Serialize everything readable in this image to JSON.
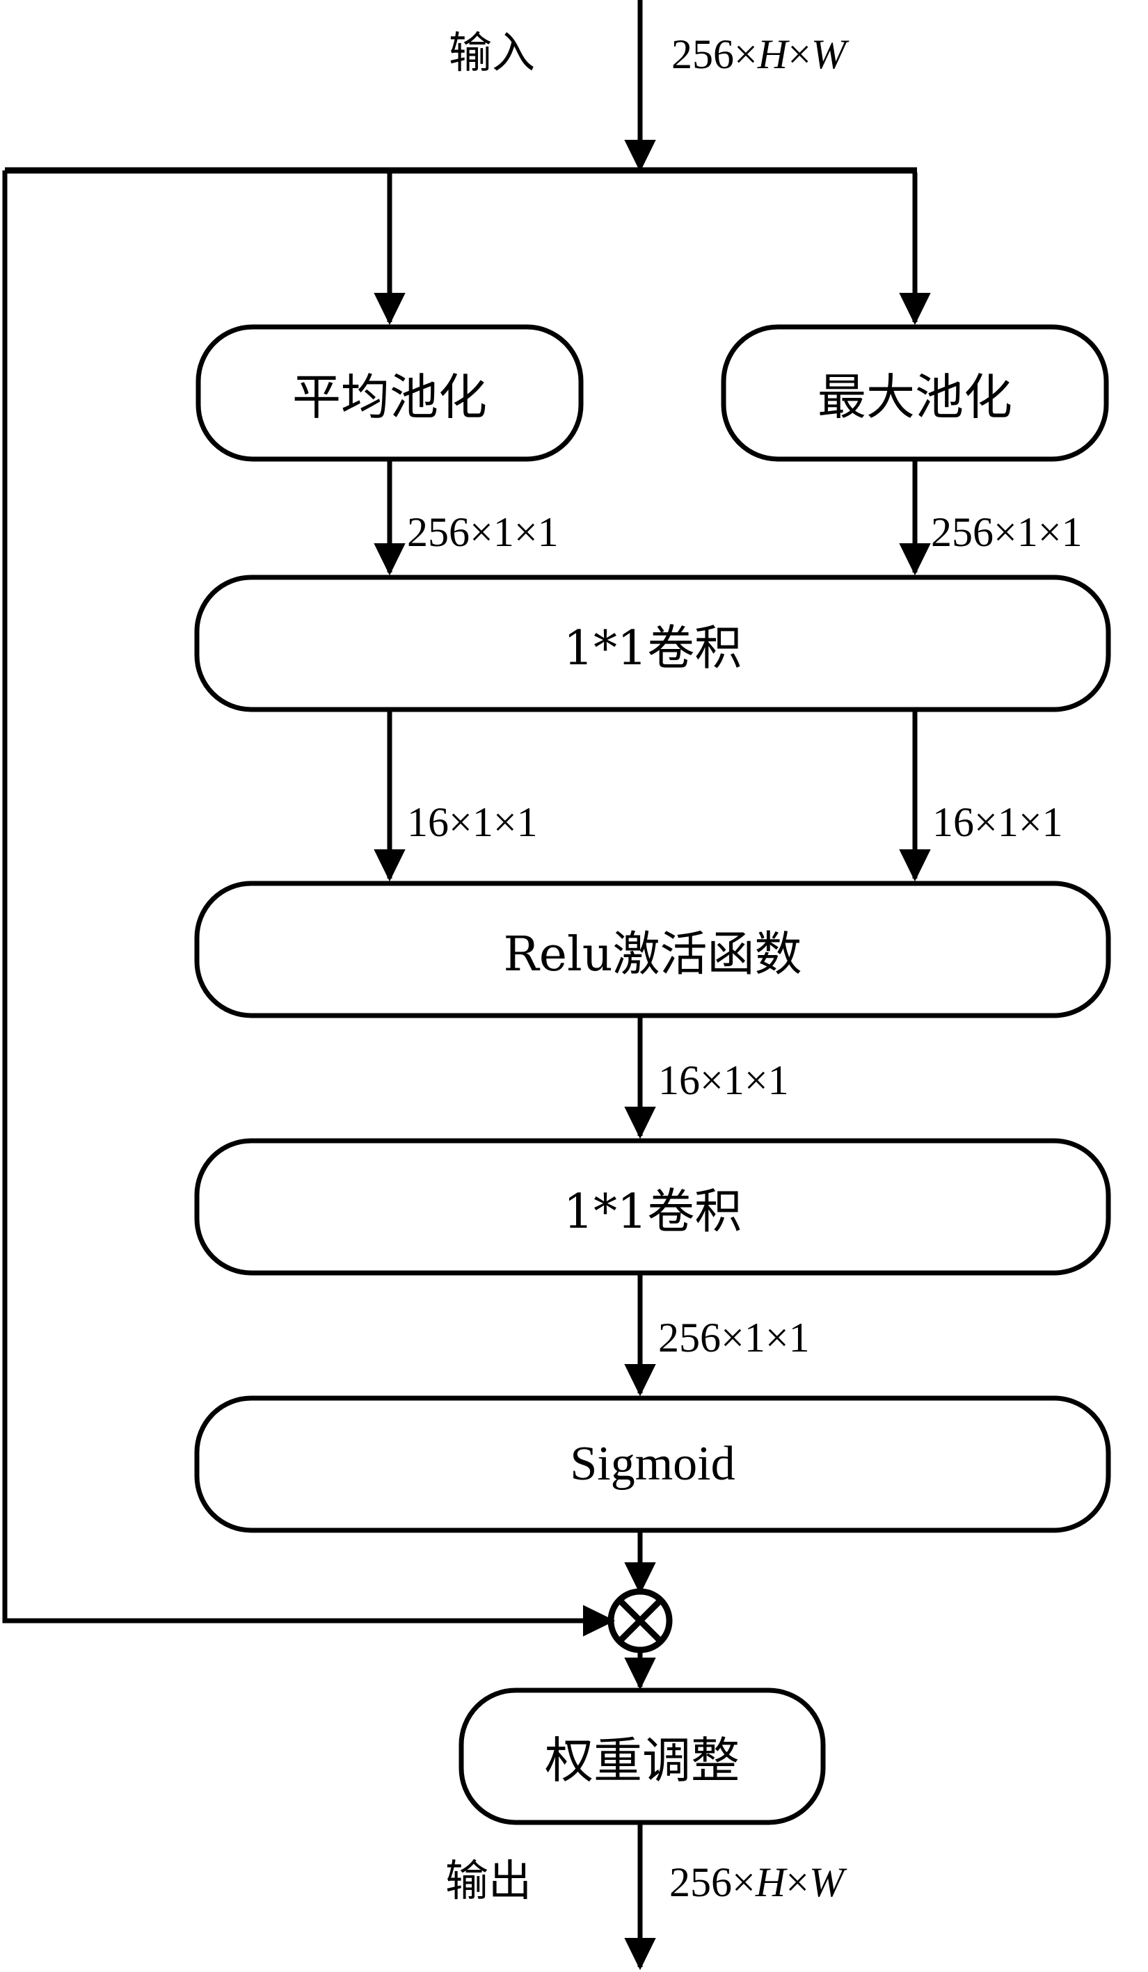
{
  "diagram": {
    "title": "Channel Attention Module (SE-style) Flow Diagram",
    "type": "flowchart",
    "stroke_color": "#000000",
    "background_color": "#ffffff",
    "io": {
      "input_label": "输入",
      "input_dim": "256×H×W",
      "output_label": "输出",
      "output_dim": "256×H×W"
    },
    "nodes": [
      {
        "id": "avg_pool",
        "label": "平均池化",
        "shape": "rounded-rect"
      },
      {
        "id": "max_pool",
        "label": "最大池化",
        "shape": "rounded-rect"
      },
      {
        "id": "conv1",
        "label": "1*1卷积",
        "shape": "rounded-rect"
      },
      {
        "id": "relu",
        "label": "Relu激活函数",
        "shape": "rounded-rect"
      },
      {
        "id": "conv2",
        "label": "1*1卷积",
        "shape": "rounded-rect"
      },
      {
        "id": "sigmoid",
        "label": "Sigmoid",
        "shape": "rounded-rect"
      },
      {
        "id": "multiply",
        "label": "⊗",
        "shape": "circle-times"
      },
      {
        "id": "reweight",
        "label": "权重调整",
        "shape": "rounded-rect"
      }
    ],
    "edge_labels": {
      "avgpool_out": "256×1×1",
      "maxpool_out": "256×1×1",
      "conv1_out_left": "16×1×1",
      "conv1_out_right": "16×1×1",
      "relu_out": "16×1×1",
      "conv2_out": "256×1×1"
    }
  }
}
